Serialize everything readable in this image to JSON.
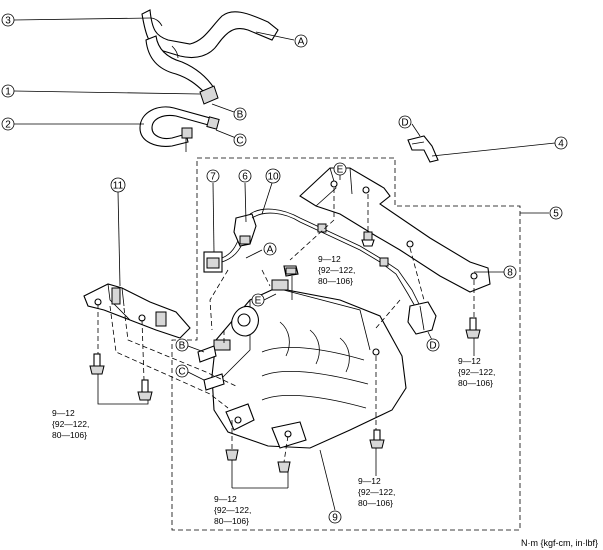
{
  "callouts": {
    "c1": "1",
    "c2": "2",
    "c3": "3",
    "c4": "4",
    "c5": "5",
    "c6": "6",
    "c7": "7",
    "c8": "8",
    "c9": "9",
    "c10": "10",
    "c11": "11"
  },
  "connectors": {
    "a_top": "A",
    "a_mid": "A",
    "b_top": "B",
    "b_mid": "B",
    "c_top": "C",
    "c_mid": "C",
    "d_top": "D",
    "d_bottom": "D",
    "e_top": "E",
    "e_mid": "E"
  },
  "torque_specs": {
    "mid": {
      "line1": "9—12",
      "line2": "{92—122,",
      "line3": "80—106}"
    },
    "left": {
      "line1": "9—12",
      "line2": "{92—122,",
      "line3": "80—106}"
    },
    "right": {
      "line1": "9—12",
      "line2": "{92—122,",
      "line3": "80—106}"
    },
    "bottom_left": {
      "line1": "9—12",
      "line2": "{92—122,",
      "line3": "80—106}"
    },
    "bottom_right": {
      "line1": "9—12",
      "line2": "{92—122,",
      "line3": "80—106}"
    }
  },
  "units_note": "N·m {kgf-cm, in·lbf}"
}
